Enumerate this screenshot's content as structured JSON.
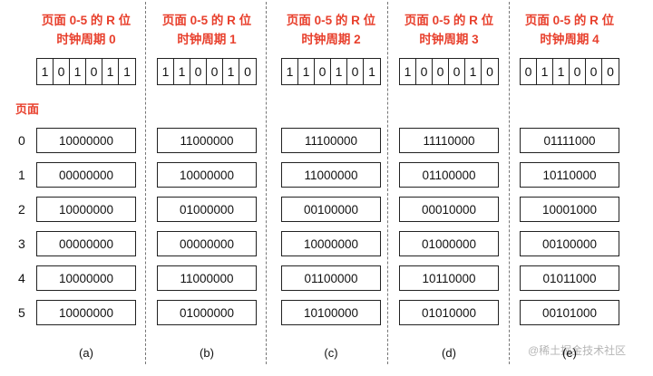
{
  "page_label": "页面",
  "row_labels": [
    "0",
    "1",
    "2",
    "3",
    "4",
    "5"
  ],
  "columns": [
    {
      "header_line1": "页面 0-5 的 R 位",
      "header_line2": "时钟周期 0",
      "r_bits": [
        "1",
        "0",
        "1",
        "0",
        "1",
        "1"
      ],
      "counters": [
        "10000000",
        "00000000",
        "10000000",
        "00000000",
        "10000000",
        "10000000"
      ],
      "sublabel": "(a)"
    },
    {
      "header_line1": "页面 0-5 的 R 位",
      "header_line2": "时钟周期 1",
      "r_bits": [
        "1",
        "1",
        "0",
        "0",
        "1",
        "0"
      ],
      "counters": [
        "11000000",
        "10000000",
        "01000000",
        "00000000",
        "11000000",
        "01000000"
      ],
      "sublabel": "(b)"
    },
    {
      "header_line1": "页面 0-5 的 R 位",
      "header_line2": "时钟周期 2",
      "r_bits": [
        "1",
        "1",
        "0",
        "1",
        "0",
        "1"
      ],
      "counters": [
        "11100000",
        "11000000",
        "00100000",
        "10000000",
        "01100000",
        "10100000"
      ],
      "sublabel": "(c)"
    },
    {
      "header_line1": "页面 0-5 的 R 位",
      "header_line2": "时钟周期 3",
      "r_bits": [
        "1",
        "0",
        "0",
        "0",
        "1",
        "0"
      ],
      "counters": [
        "11110000",
        "01100000",
        "00010000",
        "01000000",
        "10110000",
        "01010000"
      ],
      "sublabel": "(d)"
    },
    {
      "header_line1": "页面 0-5 的 R 位",
      "header_line2": "时钟周期 4",
      "r_bits": [
        "0",
        "1",
        "1",
        "0",
        "0",
        "0"
      ],
      "counters": [
        "01111000",
        "10110000",
        "10001000",
        "00100000",
        "01011000",
        "00101000"
      ],
      "sublabel": "(e)"
    }
  ],
  "watermark": "@稀土掘金技术社区"
}
